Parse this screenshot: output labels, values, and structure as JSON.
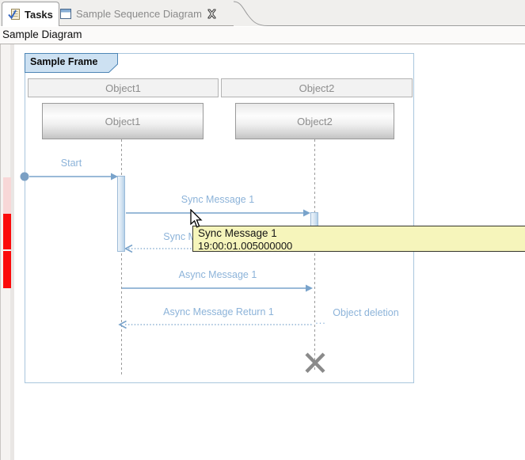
{
  "tabs": {
    "tasks": {
      "label": "Tasks"
    },
    "sequence": {
      "label": "Sample Sequence Diagram"
    }
  },
  "header": {
    "title": "Sample Diagram"
  },
  "frame": {
    "label": "Sample Frame",
    "columns": [
      {
        "header": "Object1",
        "head": "Object1"
      },
      {
        "header": "Object2",
        "head": "Object2"
      }
    ]
  },
  "messages": {
    "start": "Start",
    "sync1": "Sync Message 1",
    "sync_return1": "Sync Message Return 1",
    "async1": "Async Message 1",
    "async_return1": "Async Message Return 1",
    "deletion": "Object deletion",
    "ellipsis": "..."
  },
  "tooltip": {
    "title": "Sync Message 1",
    "time": "19:00:01.005000000"
  },
  "colors": {
    "accent-border": "#4e86b6",
    "frame-fill": "#cde1f2",
    "frame-border": "#a9c6dd",
    "msg-text": "#8cb3d9",
    "msg-line": "#79a3cb",
    "obj-text": "#8d8d8d",
    "marker-red": "#fb0b0b",
    "marker-pink": "#f8d7d7",
    "tooltip-bg": "#f6f5bb",
    "tooltip-border": "#34342a"
  }
}
